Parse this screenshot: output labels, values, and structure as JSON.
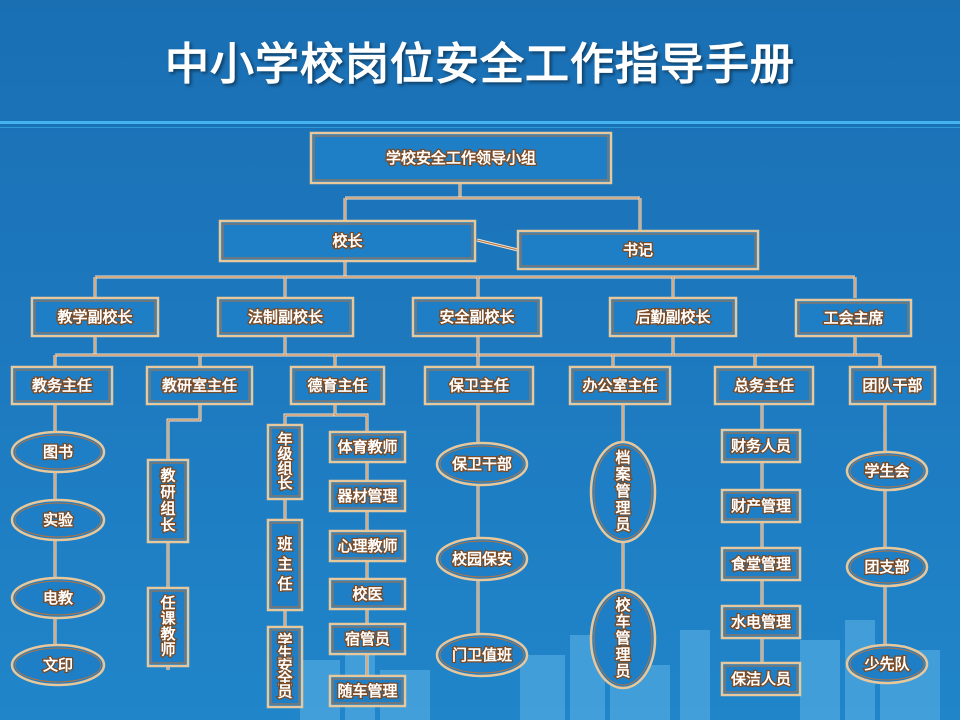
{
  "title": "中小学校岗位安全工作指导手册",
  "colors": {
    "background": "#1b74b8",
    "node_border": "#e8c89a",
    "text": "#ffffff"
  },
  "nodes": {
    "leadership_group": "学校安全工作领导小组",
    "principal": "校长",
    "party_secretary": "书记",
    "vp_teaching": "教学副校长",
    "vp_legal": "法制副校长",
    "vp_safety": "安全副校长",
    "vp_logistics": "后勤副校长",
    "union_chair": "工会主席",
    "dir_academic": "教务主任",
    "dir_research": "教研室主任",
    "dir_moral": "德育主任",
    "dir_security": "保卫主任",
    "dir_office": "办公室主任",
    "dir_general": "总务主任",
    "youth_cadre": "团队干部",
    "library": "图书",
    "lab": "实验",
    "av_edu": "电教",
    "printing": "文印",
    "research_leader": "教研组长",
    "course_teacher": "任课教师",
    "grade_leader": "年级组长",
    "class_teacher": "班主任",
    "student_safety": "学生安全员",
    "pe_teacher": "体育教师",
    "equipment_mgmt": "器材管理",
    "psych_teacher": "心理教师",
    "school_doctor": "校医",
    "dorm_manager": "宿管员",
    "bus_mgmt": "随车管理",
    "security_cadre": "保卫干部",
    "campus_security": "校园保安",
    "gate_duty": "门卫值班",
    "archive_manager": "档案管理员",
    "vehicle_manager": "校车管理员",
    "finance_staff": "财务人员",
    "asset_mgmt": "财产管理",
    "canteen_mgmt": "食堂管理",
    "utilities_mgmt": "水电管理",
    "cleaning_staff": "保洁人员",
    "student_union": "学生会",
    "youth_league": "团支部",
    "young_pioneers": "少先队"
  }
}
